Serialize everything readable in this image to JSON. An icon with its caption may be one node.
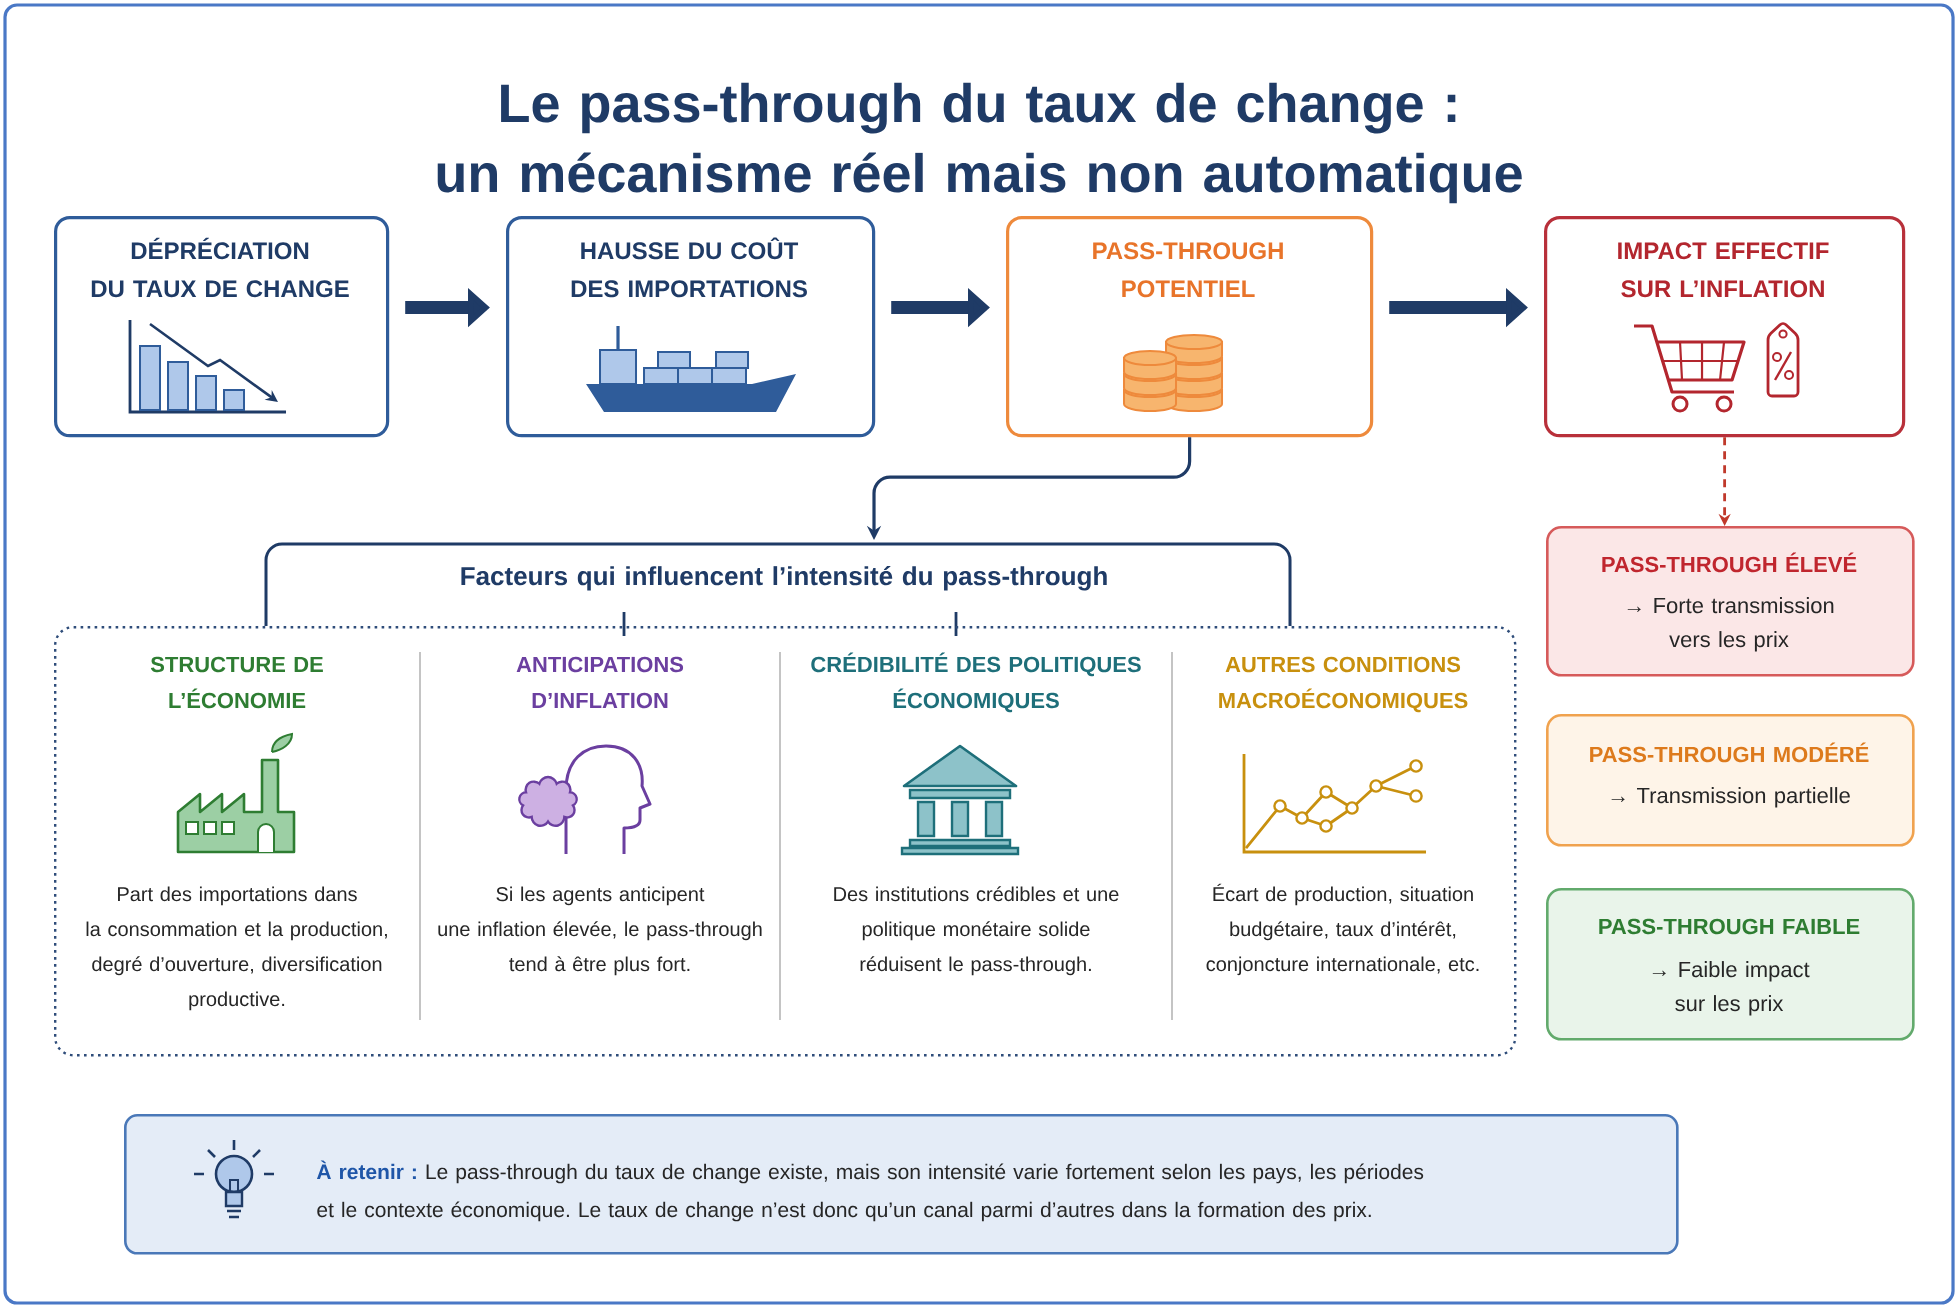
{
  "diagram": {
    "title": "Le pass-through du taux de change : un mécanisme réel mais non automatique",
    "nodes": [
      {
        "text": [
          "DÉPRÉCIATION DU TAUX DE CHANGE"
        ]
      },
      {
        "text": [
          "HAUSSE DU COÛT DES IMPORTATIONS"
        ]
      },
      {
        "text": [
          "PASS-THROUGH POTENTIEL"
        ]
      },
      {
        "text": [
          "IMPACT EFFECTIF SUR L’INFLATION"
        ]
      },
      {
        "text": [
          "Facteurs qui influencent l’intensité du pass-through"
        ]
      },
      {
        "text": [
          "STRUCTURE DE L’ÉCONOMIE",
          "Part des importations dans la consommation et la production, degré d’ouverture, diversification productive."
        ],
        "in": 4
      },
      {
        "text": [
          "ANTICIPATIONS D’INFLATION",
          "Si les agents anticipent une inflation élevée, le pass-through tend à être plus fort."
        ],
        "in": 4
      },
      {
        "text": [
          "CRÉDIBILITÉ DES POLITIQUES ÉCONOMIQUES",
          "Des institutions crédibles et une politique monétaire solide réduisent le pass-through."
        ],
        "in": 4
      },
      {
        "text": [
          "AUTRES CONDITIONS MACROÉCONOMIQUES",
          "Écart de production, situation budgétaire, taux d’intérêt, conjoncture internationale, etc."
        ],
        "in": 4
      },
      {
        "text": [
          "PASS-THROUGH ÉLEVÉ",
          "→ Forte transmission vers les prix"
        ]
      },
      {
        "text": [
          "PASS-THROUGH MODÉRÉ",
          "→ Transmission partielle"
        ]
      },
      {
        "text": [
          "PASS-THROUGH FAIBLE",
          "→ Faible impact sur les prix"
        ]
      },
      {
        "text": [
          "À retenir :",
          "Le pass-through du taux de change existe, mais son intensité varie fortement selon les pays, les périodes et le contexte économique. Le taux de change n’est donc qu’un canal parmi d’autres dans la formation des prix."
        ]
      }
    ],
    "edges": [
      {
        "from": 0,
        "to": 1,
        "arrow": "to"
      },
      {
        "from": 1,
        "to": 2,
        "arrow": "to"
      },
      {
        "from": 2,
        "to": 3,
        "arrow": "to"
      },
      {
        "from": 2,
        "to": 4,
        "arrow": "to"
      },
      {
        "from": 3,
        "to": 9,
        "arrow": "to",
        "style": "dashed",
        "color": "#c0392b"
      }
    ]
  }
}
